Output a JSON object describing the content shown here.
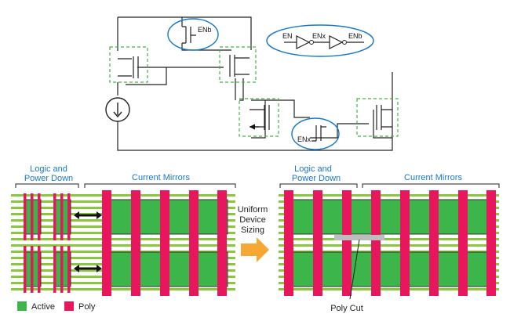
{
  "colors": {
    "active": "#3cb54a",
    "poly": "#e8175d",
    "rail": "#8cc63f",
    "label_blue": "#1a78c2",
    "arrow_orange": "#f7a733",
    "polycut": "#bdbdbd",
    "dashed_box": "#46b04a"
  },
  "schematic": {
    "inverter_chain": {
      "in": "EN",
      "mid": "ENx",
      "out": "ENb"
    },
    "top_switch_label": "ENb",
    "bottom_switch_label": "ENx",
    "current_source_icon": "current-source-icon"
  },
  "layout_left": {
    "logic_label_line1": "Logic and",
    "logic_label_line2": "Power Down",
    "mirrors_label": "Current Mirrors"
  },
  "middle": {
    "label_line1": "Uniform",
    "label_line2": "Device",
    "label_line3": "Sizing"
  },
  "layout_right": {
    "logic_label_line1": "Logic and",
    "logic_label_line2": "Power Down",
    "mirrors_label": "Current Mirrors",
    "polycut_label": "Poly Cut"
  },
  "legend": [
    {
      "label": "Active",
      "color": "#3cb54a"
    },
    {
      "label": "Poly",
      "color": "#e8175d"
    }
  ]
}
